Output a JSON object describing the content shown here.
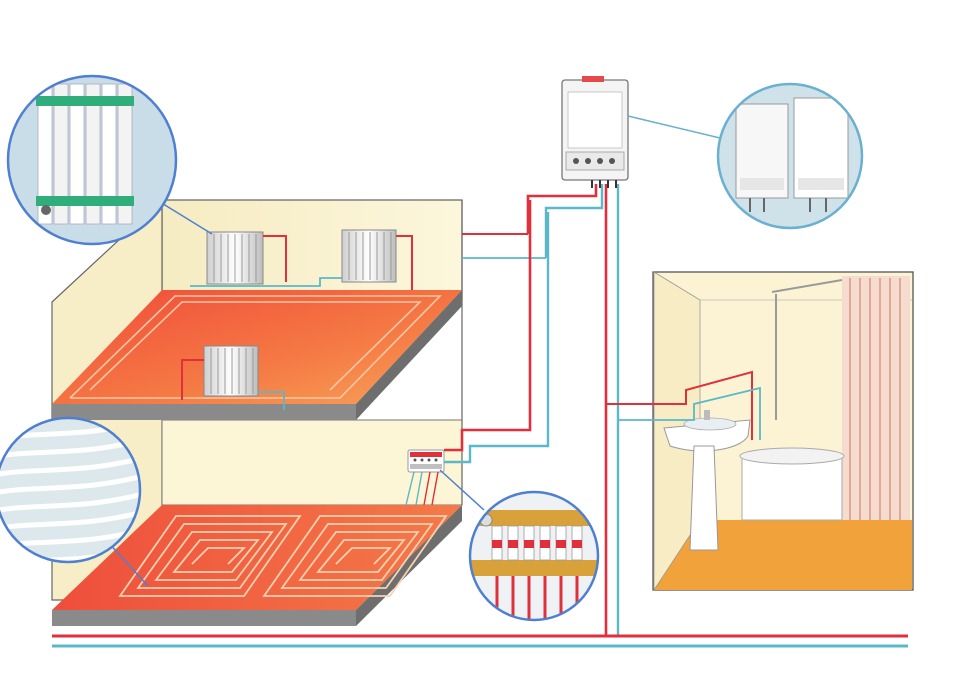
{
  "diagram": {
    "components": [
      {
        "id": "boiler",
        "icon": "wall-boiler-icon"
      },
      {
        "id": "boiler-zoom",
        "icon": "twin-boiler-photo-icon"
      },
      {
        "id": "radiator-zoom",
        "icon": "radiator-photo-icon"
      },
      {
        "id": "pipe-coil-zoom",
        "icon": "pipe-coil-photo-icon"
      },
      {
        "id": "manifold-zoom",
        "icon": "manifold-photo-icon"
      },
      {
        "id": "manifold",
        "icon": "manifold-icon"
      },
      {
        "id": "radiator-1",
        "icon": "radiator-icon"
      },
      {
        "id": "radiator-2",
        "icon": "radiator-icon"
      },
      {
        "id": "radiator-3",
        "icon": "radiator-icon"
      },
      {
        "id": "floor-heating-coil",
        "icon": "floor-heating-coil-icon"
      },
      {
        "id": "bathroom",
        "icon": "bathroom-icon"
      }
    ],
    "colors": {
      "supply_pipe": "#e0303c",
      "return_pipe": "#5ab8c8",
      "warm_floor": "#f26a3a",
      "wall": "#fbf3cf",
      "floor_slab": "#777777",
      "zoom_border": "#4f7fd0",
      "bath_floor": "#f1a23a"
    }
  }
}
